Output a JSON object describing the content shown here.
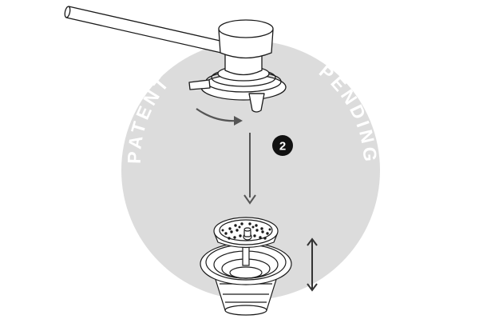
{
  "arc_labels": {
    "left": "PATENT",
    "right": "PENDING"
  },
  "step_badge": {
    "number": "2"
  },
  "colors": {
    "disc": "#dcdcdc",
    "line": "#1a1a1a",
    "arrow": "#555555",
    "badge": "#111111",
    "label": "#ffffff",
    "part_fill": "#ffffff"
  }
}
